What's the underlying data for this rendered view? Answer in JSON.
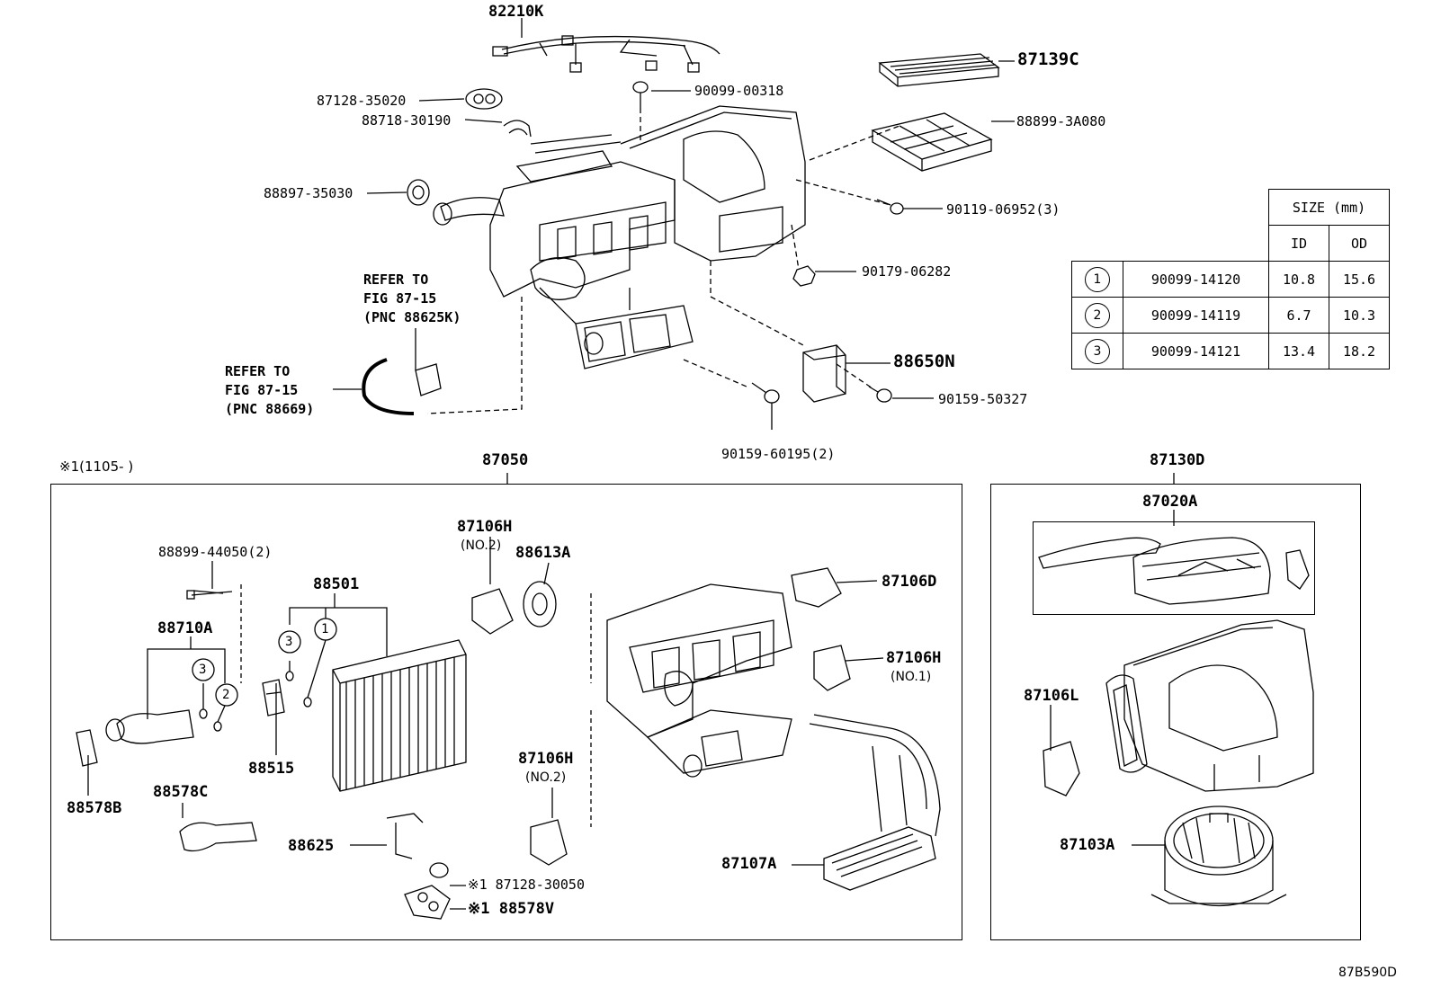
{
  "top_labels": {
    "p82210k": "82210K",
    "p87128_35020": "87128-35020",
    "p88718_30190": "88718-30190",
    "p90099_00318": "90099-00318",
    "p87139c": "87139C",
    "p88899_3a080": "88899-3A080",
    "p88897_35030": "88897-35030",
    "p90119_06952": "90119-06952(3)",
    "p90179_06282": "90179-06282",
    "refer_top": "REFER TO\nFIG 87-15\n(PNC 88625K)",
    "refer_left": "REFER TO\nFIG 87-15\n(PNC 88669)",
    "p88650n": "88650N",
    "p90159_50327": "90159-50327",
    "p90159_60195": "90159-60195(2)"
  },
  "size_table": {
    "header": "SIZE (mm)",
    "col_id": "ID",
    "col_od": "OD",
    "rows": [
      {
        "ref": "1",
        "part": "90099-14120",
        "id": "10.8",
        "od": "15.6"
      },
      {
        "ref": "2",
        "part": "90099-14119",
        "id": "6.7",
        "od": "10.3"
      },
      {
        "ref": "3",
        "part": "90099-14121",
        "id": "13.4",
        "od": "18.2"
      }
    ]
  },
  "box_87050": {
    "title": "87050",
    "note": "※1(1105-    )",
    "p88899_44050": "88899-44050(2)",
    "p88501": "88501",
    "p88710a": "88710A",
    "p88515": "88515",
    "p88578b": "88578B",
    "p88578c": "88578C",
    "p88625": "88625",
    "p87106h_top": "87106H",
    "p87106h_top_sub": "(NO.2)",
    "p88613a": "88613A",
    "p87106d": "87106D",
    "p87106h_right": "87106H",
    "p87106h_right_sub": "(NO.1)",
    "p87106h_mid": "87106H",
    "p87106h_mid_sub": "(NO.2)",
    "p87128_30050": "※1 87128-30050",
    "p88578v": "※1 88578V",
    "p87107a": "87107A"
  },
  "box_87130d": {
    "title": "87130D",
    "p87020a": "87020A",
    "p87106l": "87106L",
    "p87103a": "87103A"
  },
  "circled_refs": {
    "one": "1",
    "two": "2",
    "three": "3"
  },
  "figure_code": "87B590D"
}
